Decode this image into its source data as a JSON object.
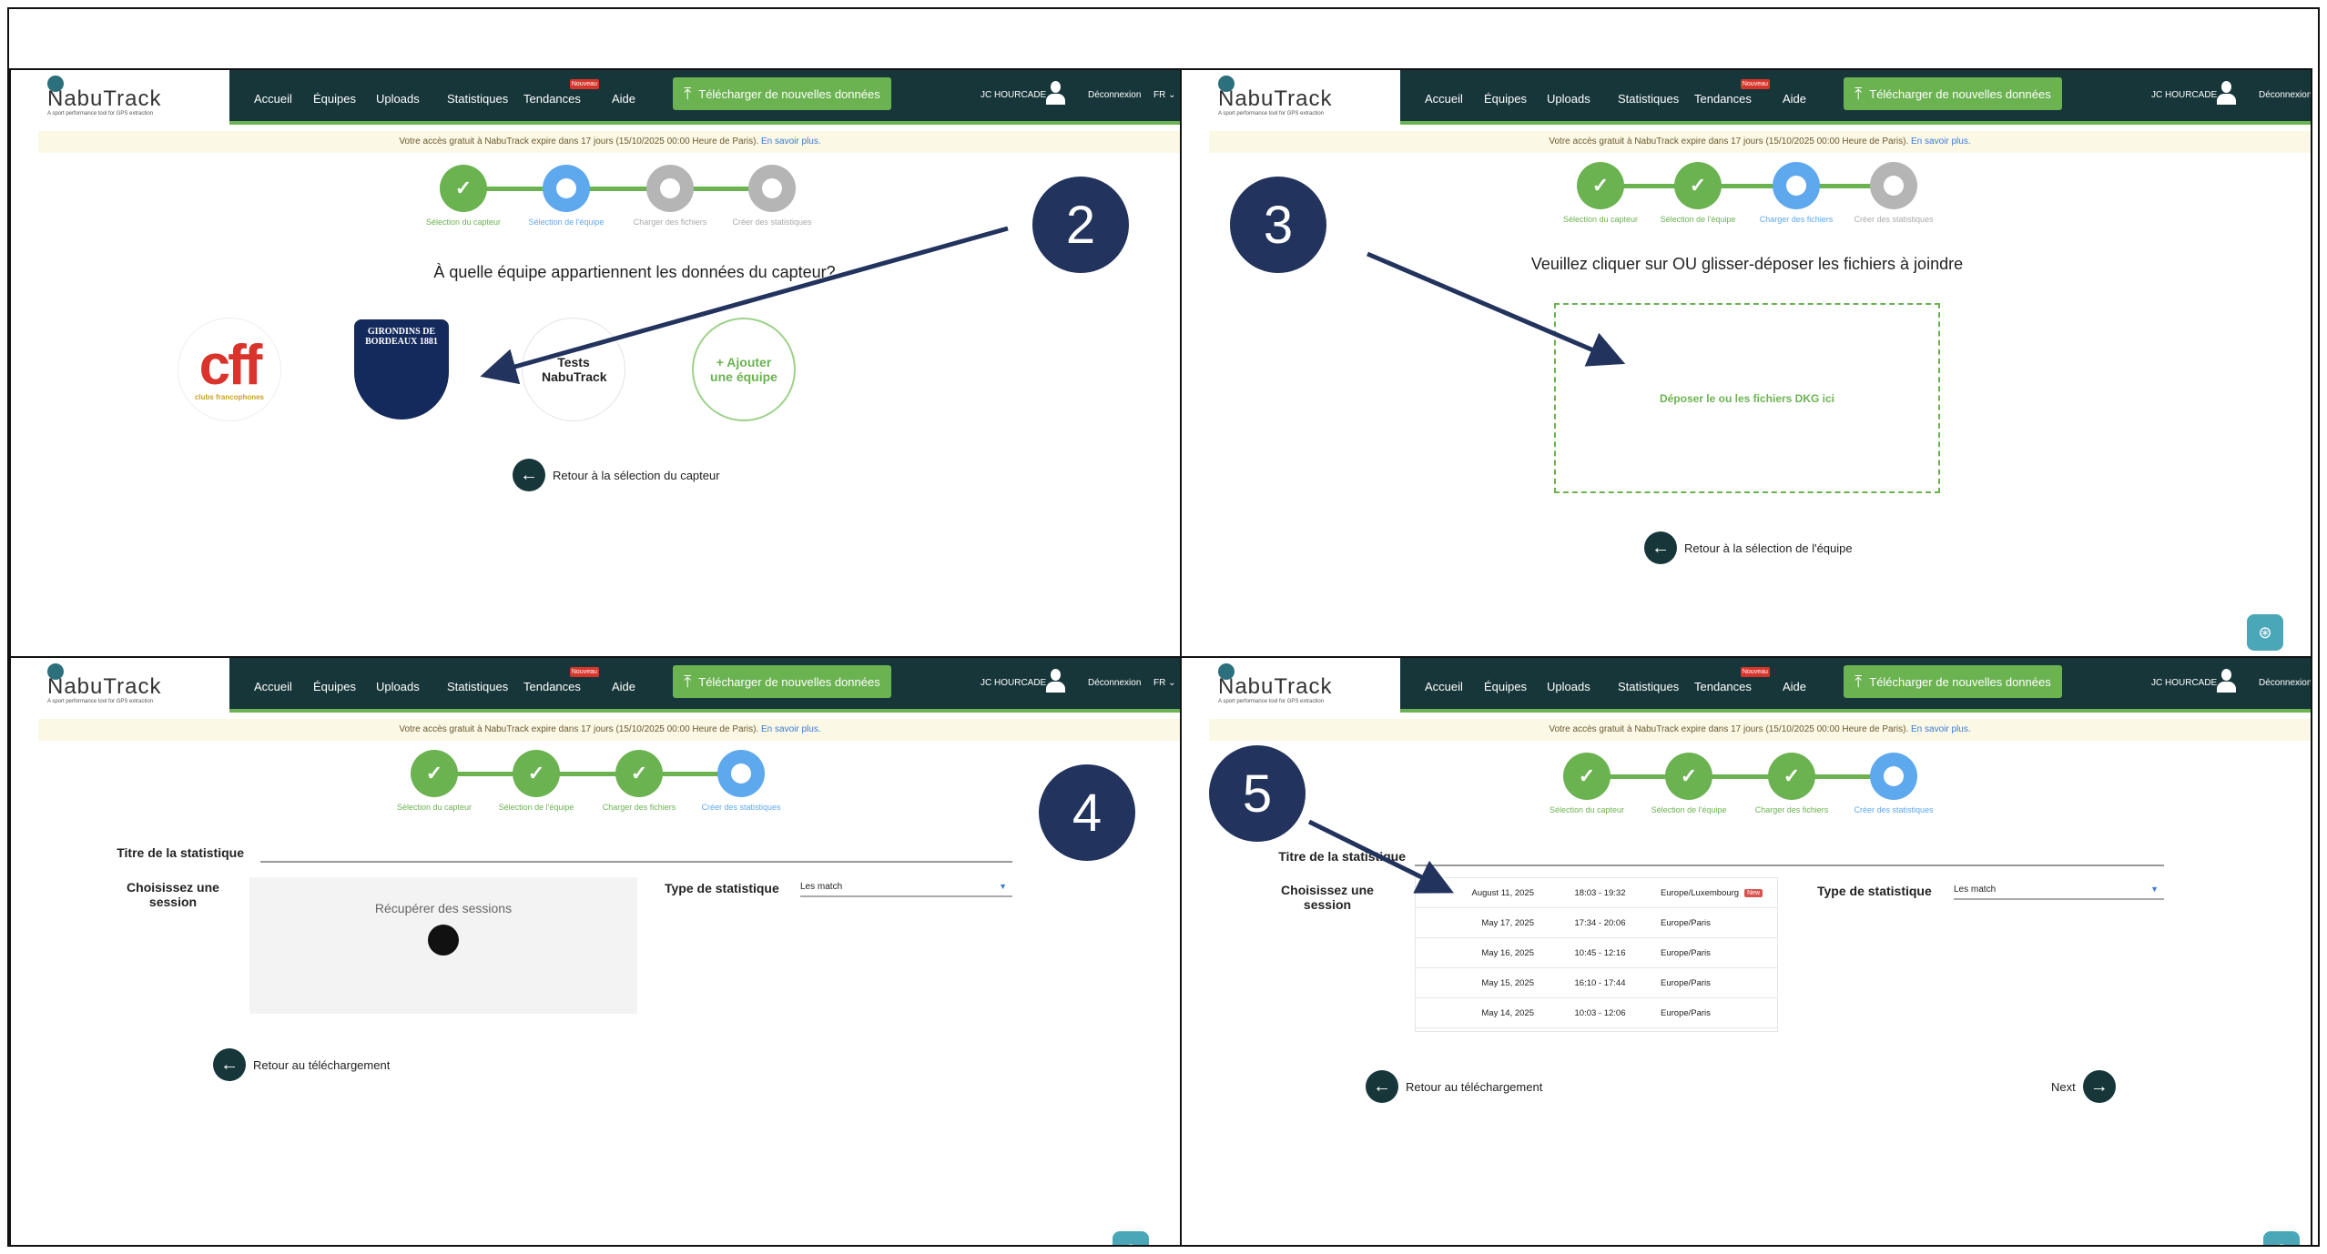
{
  "nav": {
    "logo_name": "NabuTrack",
    "logo_tagline": "A sport performance tool for GPS extraction",
    "items": [
      "Accueil",
      "Équipes",
      "Uploads",
      "Statistiques",
      "Tendances",
      "Aide"
    ],
    "new_badge": "Nouveau",
    "upload_button": "Télécharger de nouvelles données",
    "user": "JC HOURCADE",
    "logout": "Déconnexion",
    "lang": "FR"
  },
  "banner": {
    "text": "Votre accès gratuit à NabuTrack expire dans 17 jours (15/10/2025 00:00 Heure de Paris).",
    "link": "En savoir plus."
  },
  "steps": [
    "Sélection du capteur",
    "Sélection de l'équipe",
    "Charger des fichiers",
    "Créer des statistiques"
  ],
  "colors": {
    "nav": "#17363a",
    "done": "#6bb251",
    "active": "#5ea8ee",
    "pending": "#b5b5b5",
    "callout": "#22335d"
  },
  "panel1": {
    "callout": "2",
    "question": "À quelle équipe appartiennent les données du capteur?",
    "teams": [
      {
        "logo_text": "cff",
        "sub": "clubs francophones"
      },
      {
        "logo_text": "GIRONDINS DE BORDEAUX 1881"
      },
      {
        "name": "Tests NabuTrack"
      },
      {
        "name": "+ Ajouter une équipe"
      }
    ],
    "back": "Retour à la sélection du capteur"
  },
  "panel2": {
    "callout": "3",
    "instruction": "Veuillez cliquer sur OU glisser-déposer les fichiers à joindre",
    "dropzone": "Déposer le ou les fichiers DKG ici",
    "back": "Retour à la sélection de l'équipe"
  },
  "panel3": {
    "callout": "4",
    "title_label": "Titre de la statistique",
    "session_label": "Choisissez une session",
    "loading": "Récupérer des sessions",
    "type_label": "Type de statistique",
    "type_value": "Les match",
    "back": "Retour au téléchargement"
  },
  "panel4": {
    "callout": "5",
    "title_label": "Titre de la statistique",
    "session_label": "Choisissez une session",
    "type_label": "Type de statistique",
    "type_value": "Les match",
    "sessions": [
      {
        "date": "August 11, 2025",
        "time": "18:03 - 19:32",
        "tz": "Europe/Luxembourg",
        "badge": "New"
      },
      {
        "date": "May 17, 2025",
        "time": "17:34 - 20:06",
        "tz": "Europe/Paris"
      },
      {
        "date": "May 16, 2025",
        "time": "10:45 - 12:16",
        "tz": "Europe/Paris"
      },
      {
        "date": "May 15, 2025",
        "time": "16:10 - 17:44",
        "tz": "Europe/Paris"
      },
      {
        "date": "May 14, 2025",
        "time": "10:03 - 12:06",
        "tz": "Europe/Paris"
      }
    ],
    "back": "Retour au téléchargement",
    "next": "Next"
  }
}
